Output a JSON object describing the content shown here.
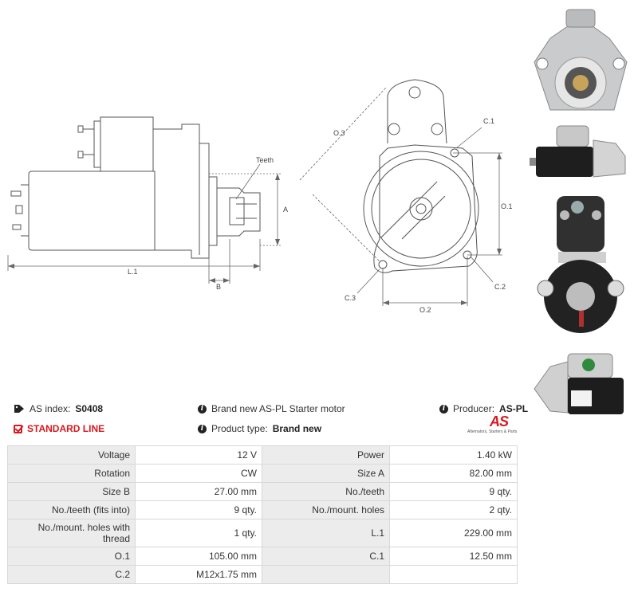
{
  "drawing": {
    "labels": {
      "teeth": "Teeth",
      "a": "A",
      "l1": "L.1",
      "b": "B",
      "o3": "O.3",
      "c1": "C.1",
      "o1": "O.1",
      "c2": "C.2",
      "c3": "C.3",
      "o2": "O.2"
    }
  },
  "thumbnails": [
    {
      "name": "starter-front-view"
    },
    {
      "name": "starter-side-view"
    },
    {
      "name": "starter-terminal-view"
    },
    {
      "name": "starter-labeled-view"
    }
  ],
  "info": {
    "as_index_label": "AS index:",
    "as_index_value": "S0408",
    "description": "Brand new AS-PL Starter motor",
    "producer_label": "Producer:",
    "producer_value": "AS-PL",
    "standard_line": "STANDARD LINE",
    "product_type_label": "Product type:",
    "product_type_value": "Brand new",
    "logo_text": "AS",
    "logo_tagline": "Alternators, Starters & Parts"
  },
  "specs": [
    {
      "k1": "Voltage",
      "v1": "12 V",
      "k2": "Power",
      "v2": "1.40 kW"
    },
    {
      "k1": "Rotation",
      "v1": "CW",
      "k2": "Size A",
      "v2": "82.00 mm"
    },
    {
      "k1": "Size B",
      "v1": "27.00 mm",
      "k2": "No./teeth",
      "v2": "9 qty."
    },
    {
      "k1": "No./teeth (fits into)",
      "v1": "9 qty.",
      "k2": "No./mount. holes",
      "v2": "2 qty."
    },
    {
      "k1": "No./mount. holes with thread",
      "v1": "1 qty.",
      "k2": "L.1",
      "v2": "229.00 mm"
    },
    {
      "k1": "O.1",
      "v1": "105.00 mm",
      "k2": "C.1",
      "v2": "12.50 mm"
    },
    {
      "k1": "C.2",
      "v1": "M12x1.75 mm",
      "k2": "",
      "v2": ""
    }
  ],
  "colors": {
    "accent": "#d71920",
    "table_key_bg": "#ececec",
    "border": "#d8d8d8"
  }
}
